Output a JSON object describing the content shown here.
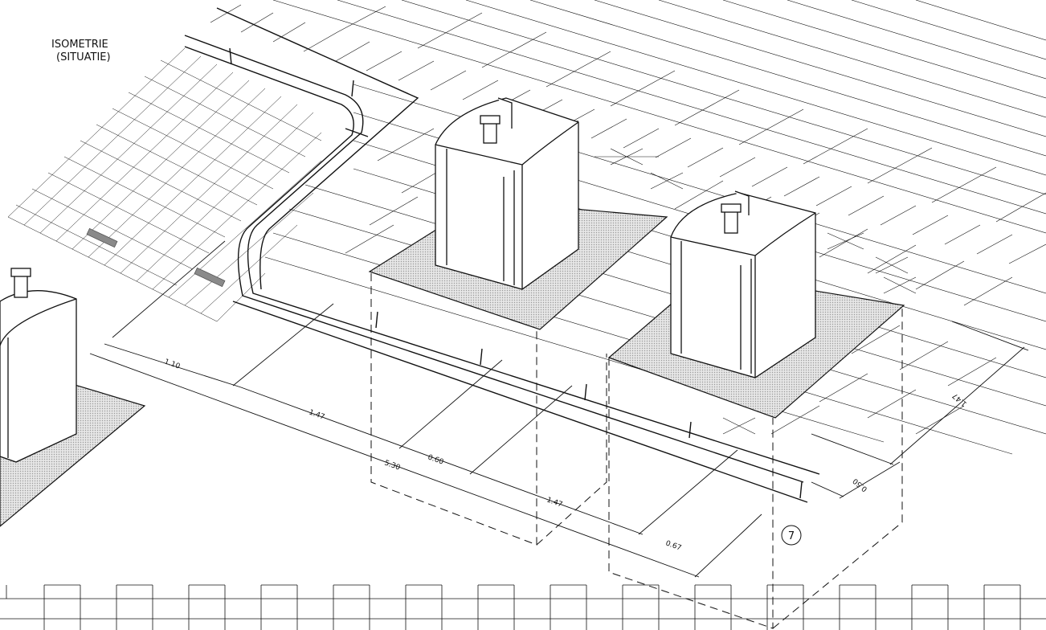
{
  "title": {
    "line1": "ISOMETRIE",
    "line2": "(SITUATIE)"
  },
  "dimensions": {
    "d1": "1.10",
    "d2": "1.47",
    "d3": "0.60",
    "d4": "5.30",
    "d5": "1.47",
    "d6": "0.67",
    "d7": "1.47",
    "d8": "0.50"
  },
  "callout": {
    "label": "7"
  },
  "colors": {
    "line": "#111111",
    "hatch": "#d6d6d6",
    "marker": "#8a8a8a"
  },
  "icons": {
    "containers": "underground-waste-container-icon"
  }
}
